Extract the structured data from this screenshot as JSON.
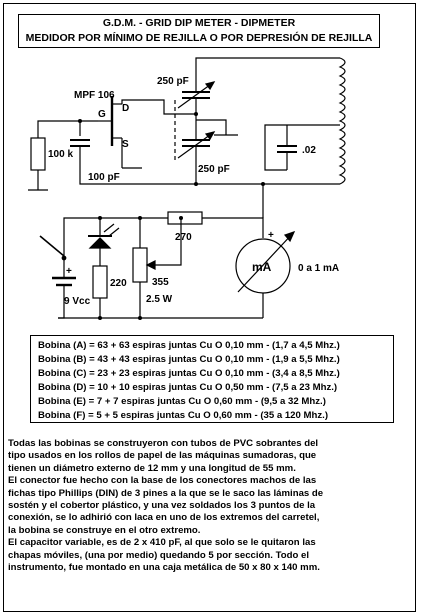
{
  "title": {
    "line1": "G.D.M. - GRID DIP METER - DIPMETER",
    "line2": "MEDIDOR POR MÍNIMO DE REJILLA  O POR DEPRESIÓN DE REJILLA"
  },
  "labels": {
    "transistor": "MPF 106",
    "drain": "D",
    "gate": "G",
    "source": "S",
    "cap_top": "250 pF",
    "cap_bottom": "250 pF",
    "resistor_gate": "100 k",
    "cap_gate": "100 pF",
    "cap_coil": ".02",
    "resistor_series": "270",
    "plus_meter": "+",
    "meter": "mA",
    "meter_range": "0 a 1 mA",
    "pot": "355",
    "pot_power": "2.5 W",
    "resistor_led": "220",
    "battery_plus": "+",
    "battery": "9 Vcc"
  },
  "coils": [
    "Bobina (A) = 63 + 63 espiras juntas Cu O 0,10 mm - (1,7 a 4,5 Mhz.)",
    "Bobina (B) = 43 + 43 espiras juntas Cu O 0,10 mm - (1,9 a 5,5 Mhz.)",
    "Bobina (C) = 23 + 23 espiras juntas Cu O 0,10 mm - (3,4 a 8,5 Mhz.)",
    "Bobina (D) = 10 + 10 espiras juntas Cu O 0,50 mm - (7,5 a 23 Mhz.)",
    "Bobina (E) =   7 + 7  espiras juntas Cu O 0,60 mm - (9,5 a 32 Mhz.)",
    "Bobina (F) =   5 + 5  espiras juntas Cu O 0,60 mm - (35 a 120 Mhz.)"
  ],
  "notes": [
    "Todas las bobinas se construyeron con tubos de PVC sobrantes del",
    "tipo usados en los rollos de papel de las máquinas sumadoras,  que",
    "tienen un diámetro externo de 12 mm y una longitud de 55 mm.",
    "El conector  fue hecho con la base de los conectores machos de las",
    "fichas tipo Phillips (DIN) de 3 pines a la que se le saco las láminas de",
    "sostén y el cobertor plástico,  y una vez soldados los 3 puntos de la",
    "conexión, se lo adhirió con laca en uno de los extremos del carretel,",
    "la bobina se construye en el otro extremo.",
    "El capacitor variable, es de 2 x 410 pF,  al  que solo se le quitaron las",
    "chapas móviles,  (una por medio) quedando 5 por sección.  Todo  el",
    "instrumento,  fue montado en una caja metálica de 50 x 80 x 140 mm."
  ]
}
